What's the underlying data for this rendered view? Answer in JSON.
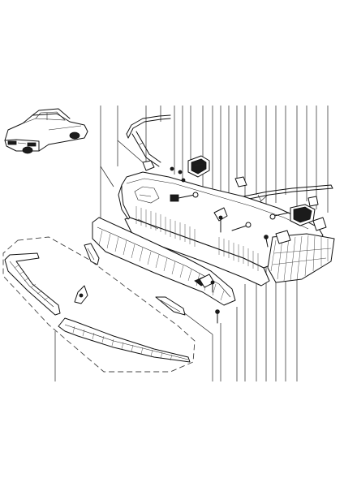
{
  "diagram": {
    "parts": [
      {
        "id": "car-thumbnail"
      },
      {
        "id": "bumper-shell"
      },
      {
        "id": "grille-insert"
      },
      {
        "id": "molding-strip-upper"
      },
      {
        "id": "molding-strip-side"
      },
      {
        "id": "corner-reflector-left"
      },
      {
        "id": "corner-reflector-right"
      },
      {
        "id": "lower-spoiler-left"
      },
      {
        "id": "lower-spoiler-right"
      },
      {
        "id": "mounting-bracket"
      },
      {
        "id": "fog-lamp-block-left"
      },
      {
        "id": "fog-lamp-block-right"
      },
      {
        "id": "clip-fasteners"
      },
      {
        "id": "screws-bolts"
      }
    ]
  }
}
